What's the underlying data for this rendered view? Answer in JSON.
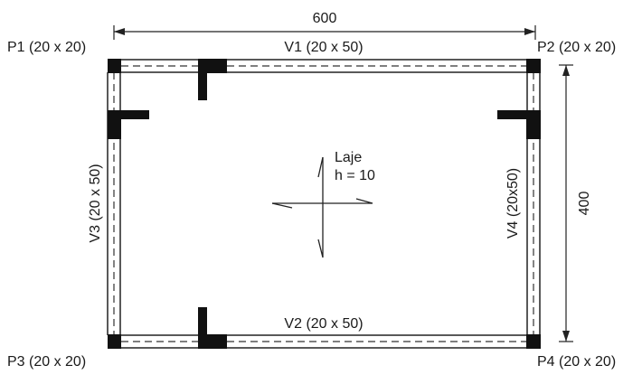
{
  "dimensions": {
    "width": "600",
    "height": "400"
  },
  "columns": {
    "p1": "P1 (20 x 20)",
    "p2": "P2 (20 x 20)",
    "p3": "P3 (20 x 20)",
    "p4": "P4 (20 x 20)"
  },
  "beams": {
    "v1": "V1 (20 x 50)",
    "v2": "V2 (20 x 50)",
    "v3": "V3 (20 x 50)",
    "v4": "V4 (20x50)"
  },
  "slab": {
    "name": "Laje",
    "thickness": "h = 10"
  }
}
